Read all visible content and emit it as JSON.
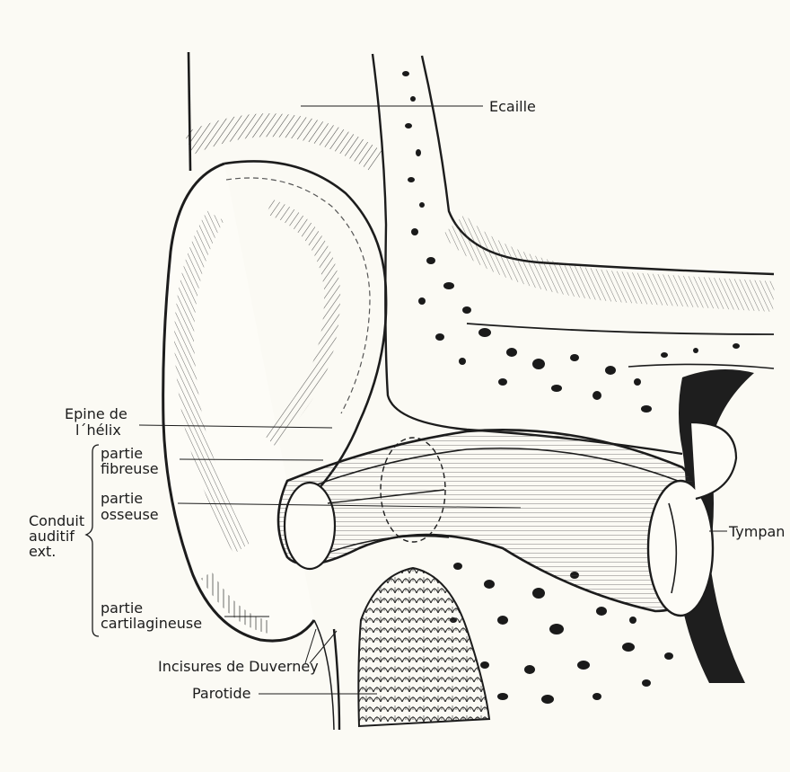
{
  "labels": {
    "ecaille": "Ecaille",
    "epine_line1": "Epine de",
    "epine_line2": "l´hélix",
    "fibreuse_line1": "partie",
    "fibreuse_line2": "fibreuse",
    "osseuse_line1": "partie",
    "osseuse_line2": "osseuse",
    "conduit_line1": "Conduit",
    "conduit_line2": "auditif",
    "conduit_line3": "ext.",
    "cartilagineuse_line1": "partie",
    "cartilagineuse_line2": "cartilagineuse",
    "incisures": "Incisures de Duverney",
    "parotide": "Parotide",
    "tympan": "Tympan"
  },
  "colors": {
    "ink": "#1c1c1c",
    "paper": "#fbfaf4",
    "shade": "#6b6b66"
  }
}
